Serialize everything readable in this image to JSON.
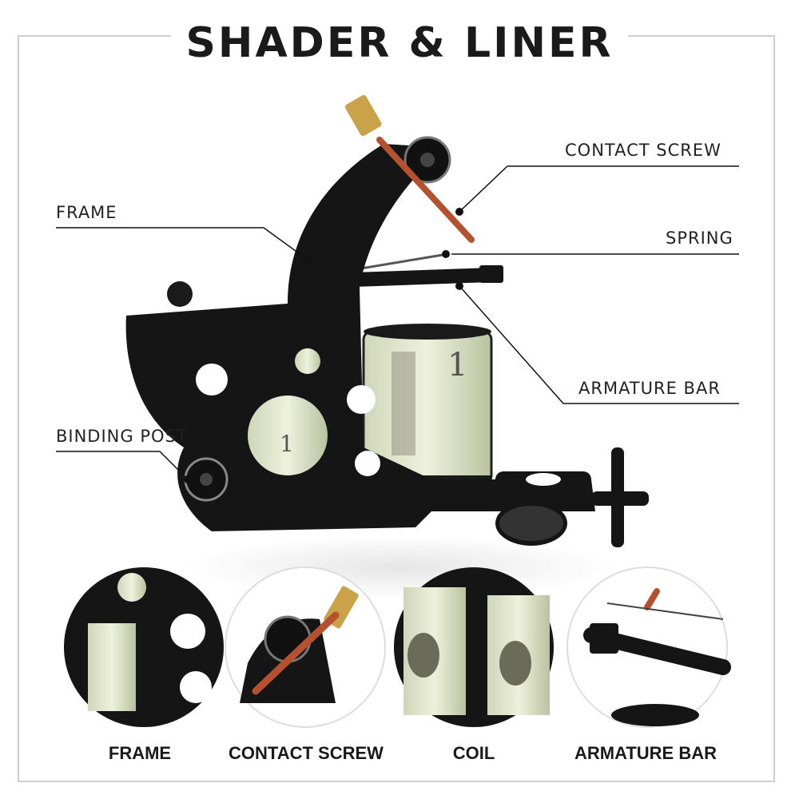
{
  "title": "SHADER & LINER",
  "callouts": {
    "contact_screw": "CONTACT SCREW",
    "frame": "FRAME",
    "spring": "SPRING",
    "armature_bar": "ARMATURE BAR",
    "binding_post": "BINDING POST"
  },
  "details": [
    {
      "label": "FRAME",
      "icon": "frame-closeup"
    },
    {
      "label": "CONTACT SCREW",
      "icon": "contact-screw-closeup"
    },
    {
      "label": "COIL",
      "icon": "coil-closeup"
    },
    {
      "label": "ARMATURE BAR",
      "icon": "armature-bar-closeup"
    }
  ],
  "colors": {
    "metal": "#151515",
    "brass": "#c9a24a",
    "copper": "#b5512f",
    "bill": "#e8ecd6"
  }
}
